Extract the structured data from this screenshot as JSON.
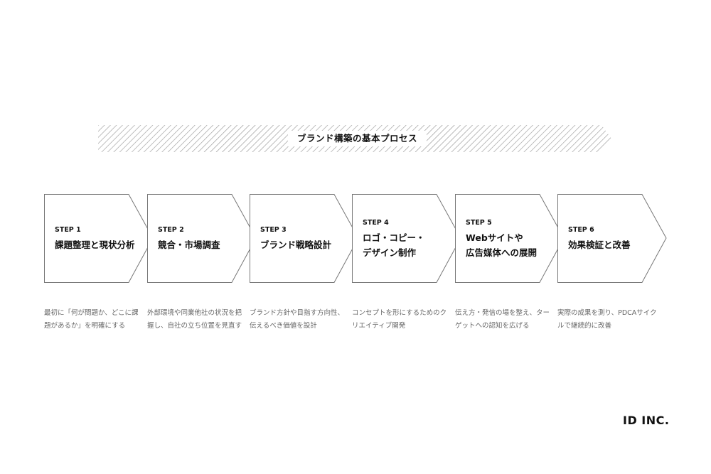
{
  "banner": {
    "title": "ブランド構築の基本プロセス"
  },
  "steps": [
    {
      "num": "STEP 1",
      "title": [
        "課題整理と現状分析"
      ],
      "desc": "最初に「何が問題か、どこに課題があるか」を明確にする"
    },
    {
      "num": "STEP 2",
      "title": [
        "競合・市場調査"
      ],
      "desc": "外部環境や同業他社の状況を把握し、自社の立ち位置を見直す"
    },
    {
      "num": "STEP 3",
      "title": [
        "ブランド戦略設計"
      ],
      "desc": "ブランド方針や目指す方向性、伝えるべき価値を設計"
    },
    {
      "num": "STEP 4",
      "title": [
        "ロゴ・コピー・",
        "デザイン制作"
      ],
      "desc": "コンセプトを形にするためのクリエイティブ開発"
    },
    {
      "num": "STEP 5",
      "title": [
        "Webサイトや",
        "広告媒体への展開"
      ],
      "desc": "伝え方・発信の場を整え、ターゲットへの認知を広げる"
    },
    {
      "num": "STEP 6",
      "title": [
        "効果検証と改善"
      ],
      "desc": "実際の成果を測り、PDCAサイクルで継続的に改善"
    }
  ],
  "logo": "ID INC."
}
